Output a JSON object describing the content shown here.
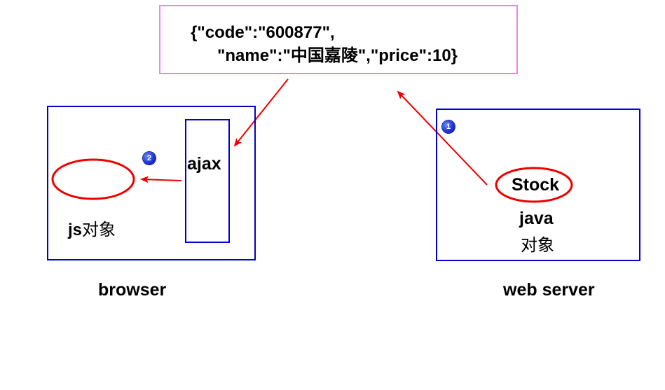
{
  "json_box": {
    "line1": "{\"code\":\"600877\",",
    "line2": "\"name\":\"中国嘉陵\",\"price\":10}"
  },
  "browser": {
    "ajax_label": "ajax",
    "js_bold": "js",
    "js_rest": "对象",
    "caption": "browser"
  },
  "server": {
    "stock_label": "Stock",
    "java_label": "java",
    "java_obj_label": "对象",
    "caption": "web server"
  },
  "steps": {
    "one": "1",
    "two": "2"
  },
  "colors": {
    "box_border": "#0000cc",
    "json_border": "#ee82ee",
    "arrow": "#ee0000",
    "badge": "#1a2fd0"
  }
}
